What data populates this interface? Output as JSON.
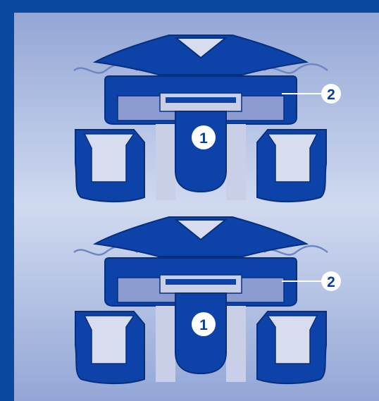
{
  "colors": {
    "frame": "#0a4a9e",
    "panel_light": "#c9d4ec",
    "panel_dark": "#93a6d6",
    "body_blue": "#0d43a8",
    "body_dark": "#062f7e",
    "pocket": "#c8cfe6",
    "block": "#d8dcef",
    "slot": "#8c9bd0",
    "bar": "#0d43a8",
    "badge_fill": "#ffffff",
    "badge_text": "#0a3f95"
  },
  "top_assembly": {
    "part1_label": "1",
    "part2_label": "2"
  },
  "bottom_assembly": {
    "part1_label": "1",
    "part2_label": "2"
  }
}
